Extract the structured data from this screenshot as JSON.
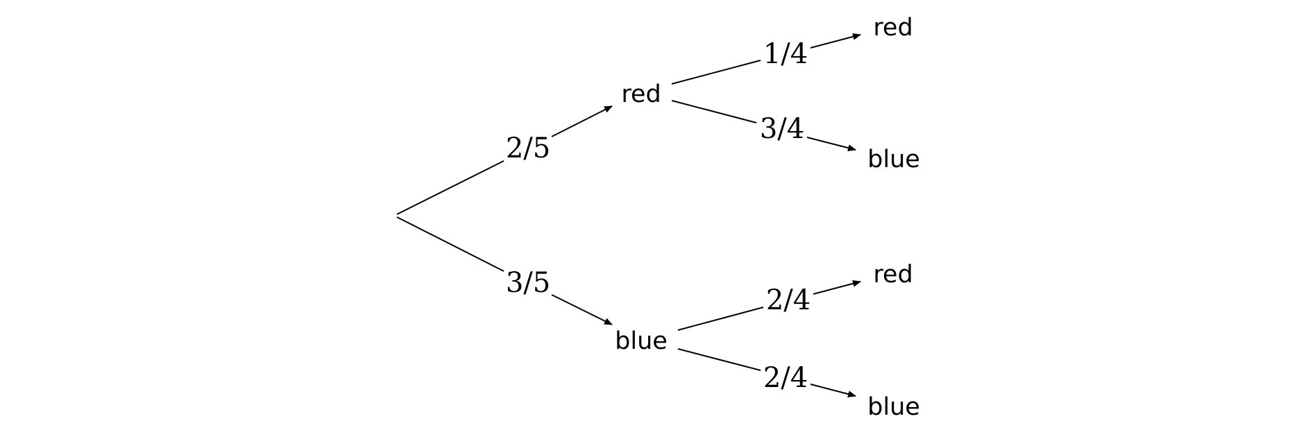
{
  "tree": {
    "level1": [
      {
        "probability": "2/5",
        "outcome": "red"
      },
      {
        "probability": "3/5",
        "outcome": "blue"
      }
    ],
    "level2": {
      "red": [
        {
          "probability": "1/4",
          "outcome": "red"
        },
        {
          "probability": "3/4",
          "outcome": "blue"
        }
      ],
      "blue": [
        {
          "probability": "2/4",
          "outcome": "red"
        },
        {
          "probability": "2/4",
          "outcome": "blue"
        }
      ]
    }
  },
  "colors": {
    "line": "#000000",
    "background": "#ffffff"
  }
}
